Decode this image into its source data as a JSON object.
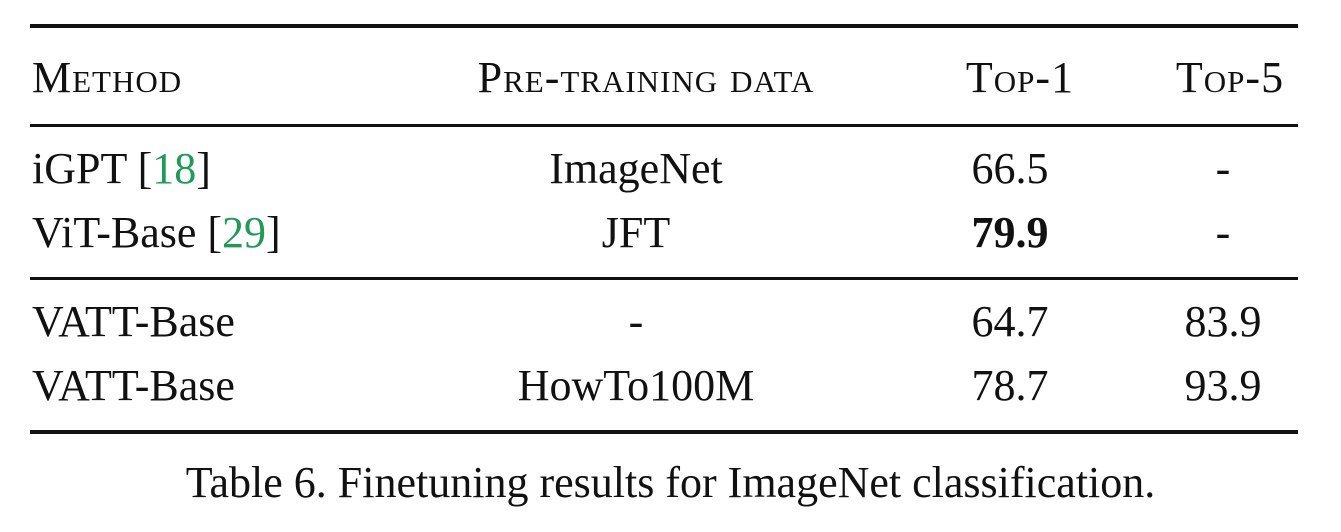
{
  "table": {
    "headers": {
      "method": "Method",
      "pretraining": "Pre-training data",
      "top1": "Top-1",
      "top5": "Top-5"
    },
    "group1": [
      {
        "method": "iGPT",
        "cite": "18",
        "pretraining": "ImageNet",
        "top1": "66.5",
        "top5": "-"
      },
      {
        "method": "ViT-Base",
        "cite": "29",
        "pretraining": "JFT",
        "top1": "79.9",
        "top5": "-"
      }
    ],
    "group2": [
      {
        "method": "VATT-Base",
        "pretraining": "-",
        "top1": "64.7",
        "top5": "83.9"
      },
      {
        "method": "VATT-Base",
        "pretraining": "HowTo100M",
        "top1": "78.7",
        "top5": "93.9"
      }
    ]
  },
  "caption": "Table 6. Finetuning results for ImageNet classification."
}
